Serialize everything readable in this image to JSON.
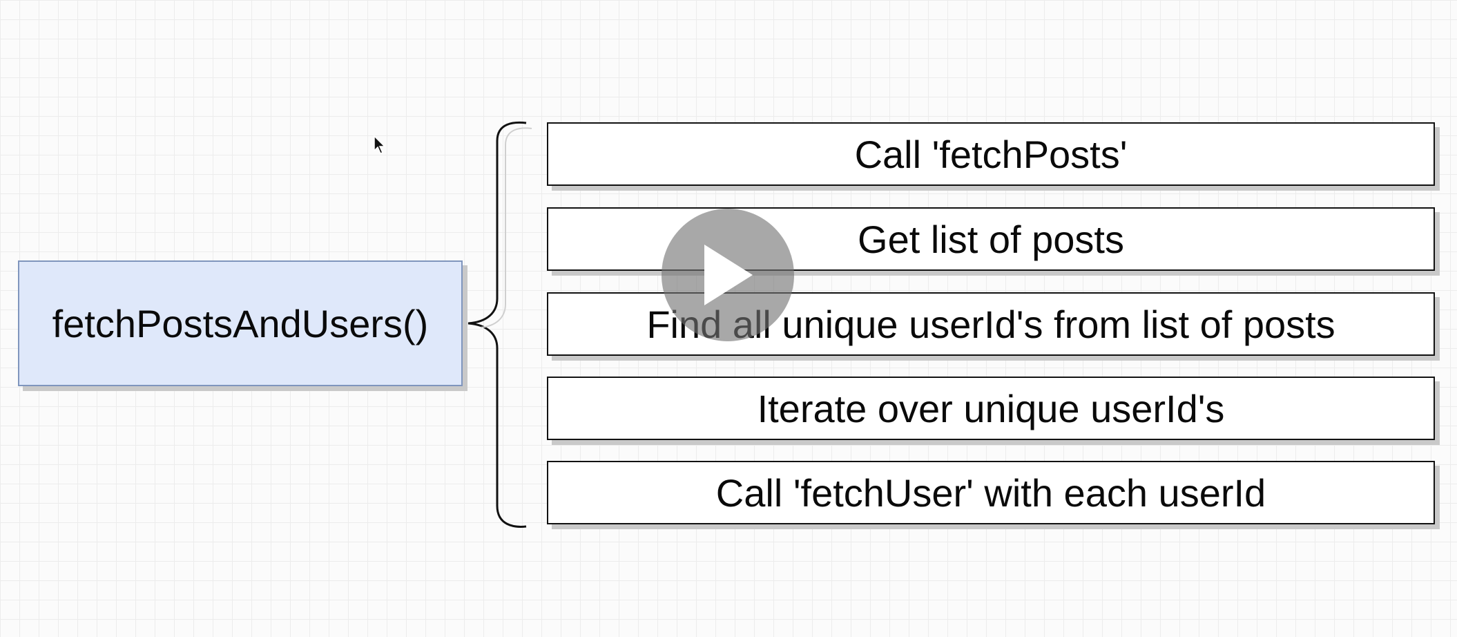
{
  "diagram": {
    "main_function": "fetchPostsAndUsers()",
    "steps": [
      {
        "label": "Call 'fetchPosts'"
      },
      {
        "label": "Get list of posts"
      },
      {
        "label": "Find all unique userId's from list of posts"
      },
      {
        "label": "Iterate over unique userId's"
      },
      {
        "label": "Call 'fetchUser' with each userId"
      }
    ]
  },
  "video_overlay": {
    "play_icon": "play-icon",
    "pointer_icon": "mouse-pointer-icon"
  },
  "colors": {
    "main_box_fill": "#dfe8fa",
    "main_box_border": "#7f95bd",
    "step_border": "#111111",
    "play_overlay": "#737373"
  }
}
